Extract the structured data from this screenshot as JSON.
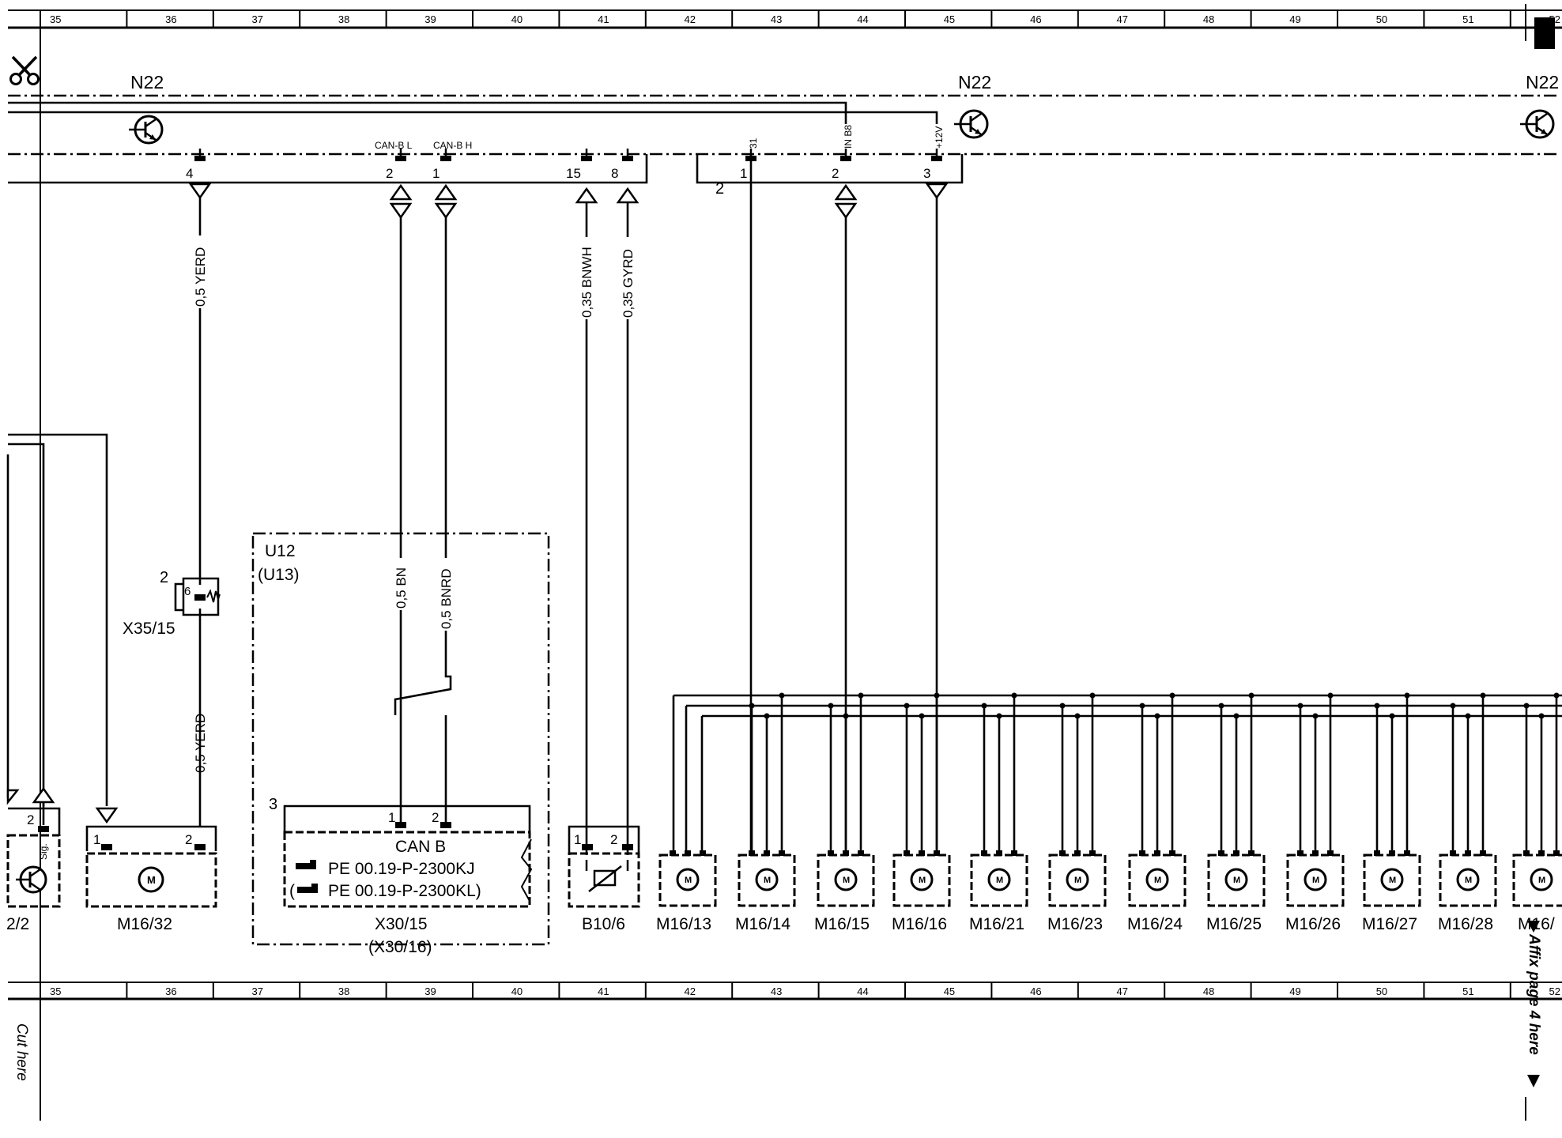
{
  "ruler": {
    "numbers": [
      "35",
      "36",
      "37",
      "38",
      "39",
      "40",
      "41",
      "42",
      "43",
      "44",
      "45",
      "46",
      "47",
      "48",
      "49",
      "50",
      "51",
      "52"
    ]
  },
  "control_unit": {
    "labels": [
      "N22",
      "N22",
      "N22"
    ],
    "pin_names": [
      "CAN-B L",
      "CAN-B H",
      "31",
      "IN B8",
      "+12V"
    ]
  },
  "pins_top_left": [
    "4",
    "2",
    "1",
    "15",
    "8"
  ],
  "pins_top_right": [
    "1",
    "2",
    "3"
  ],
  "pin_group_label": "2",
  "wires": {
    "w1": "0,5 YERD",
    "w2": "0,35 BNWH",
    "w3": "0,35 GYRD",
    "w4": "0,5 BN",
    "w5": "0,5 BNRD",
    "w6": "0,5 YERD"
  },
  "connector_x35": {
    "label": "X35/15",
    "pin": "6",
    "index": "2"
  },
  "u12": {
    "label": "U12",
    "alt_label": "(U13)"
  },
  "can_block": {
    "index": "3",
    "pins": [
      "1",
      "2"
    ],
    "title": "CAN B",
    "ref1": "PE 00.19-P-2300KJ",
    "ref2": "PE 00.19-P-2300KL)",
    "ref2_prefix": "(",
    "label": "X30/15",
    "alt_label": "(X30/16)"
  },
  "m1632": {
    "label": "M16/32",
    "pins": [
      "1",
      "2"
    ]
  },
  "b106": {
    "label": "B10/6",
    "pins": [
      "1",
      "2"
    ]
  },
  "left_partial": {
    "label": "2/2",
    "pin": "2",
    "sig": "Sig."
  },
  "motor_symbol": "M",
  "motors": [
    "M16/13",
    "M16/14",
    "M16/15",
    "M16/16",
    "M16/21",
    "M16/23",
    "M16/24",
    "M16/25",
    "M16/26",
    "M16/27",
    "M16/28",
    "M16/"
  ],
  "side_texts": {
    "cut_here": "Cut here",
    "affix": "Affix page 4 here"
  },
  "colors": {
    "line": "#000000",
    "background": "#ffffff"
  },
  "icons": [
    "scissors-icon",
    "transistor-icon",
    "motor-icon",
    "sensor-icon",
    "hand-reference-icon",
    "arrow-down-icon"
  ]
}
